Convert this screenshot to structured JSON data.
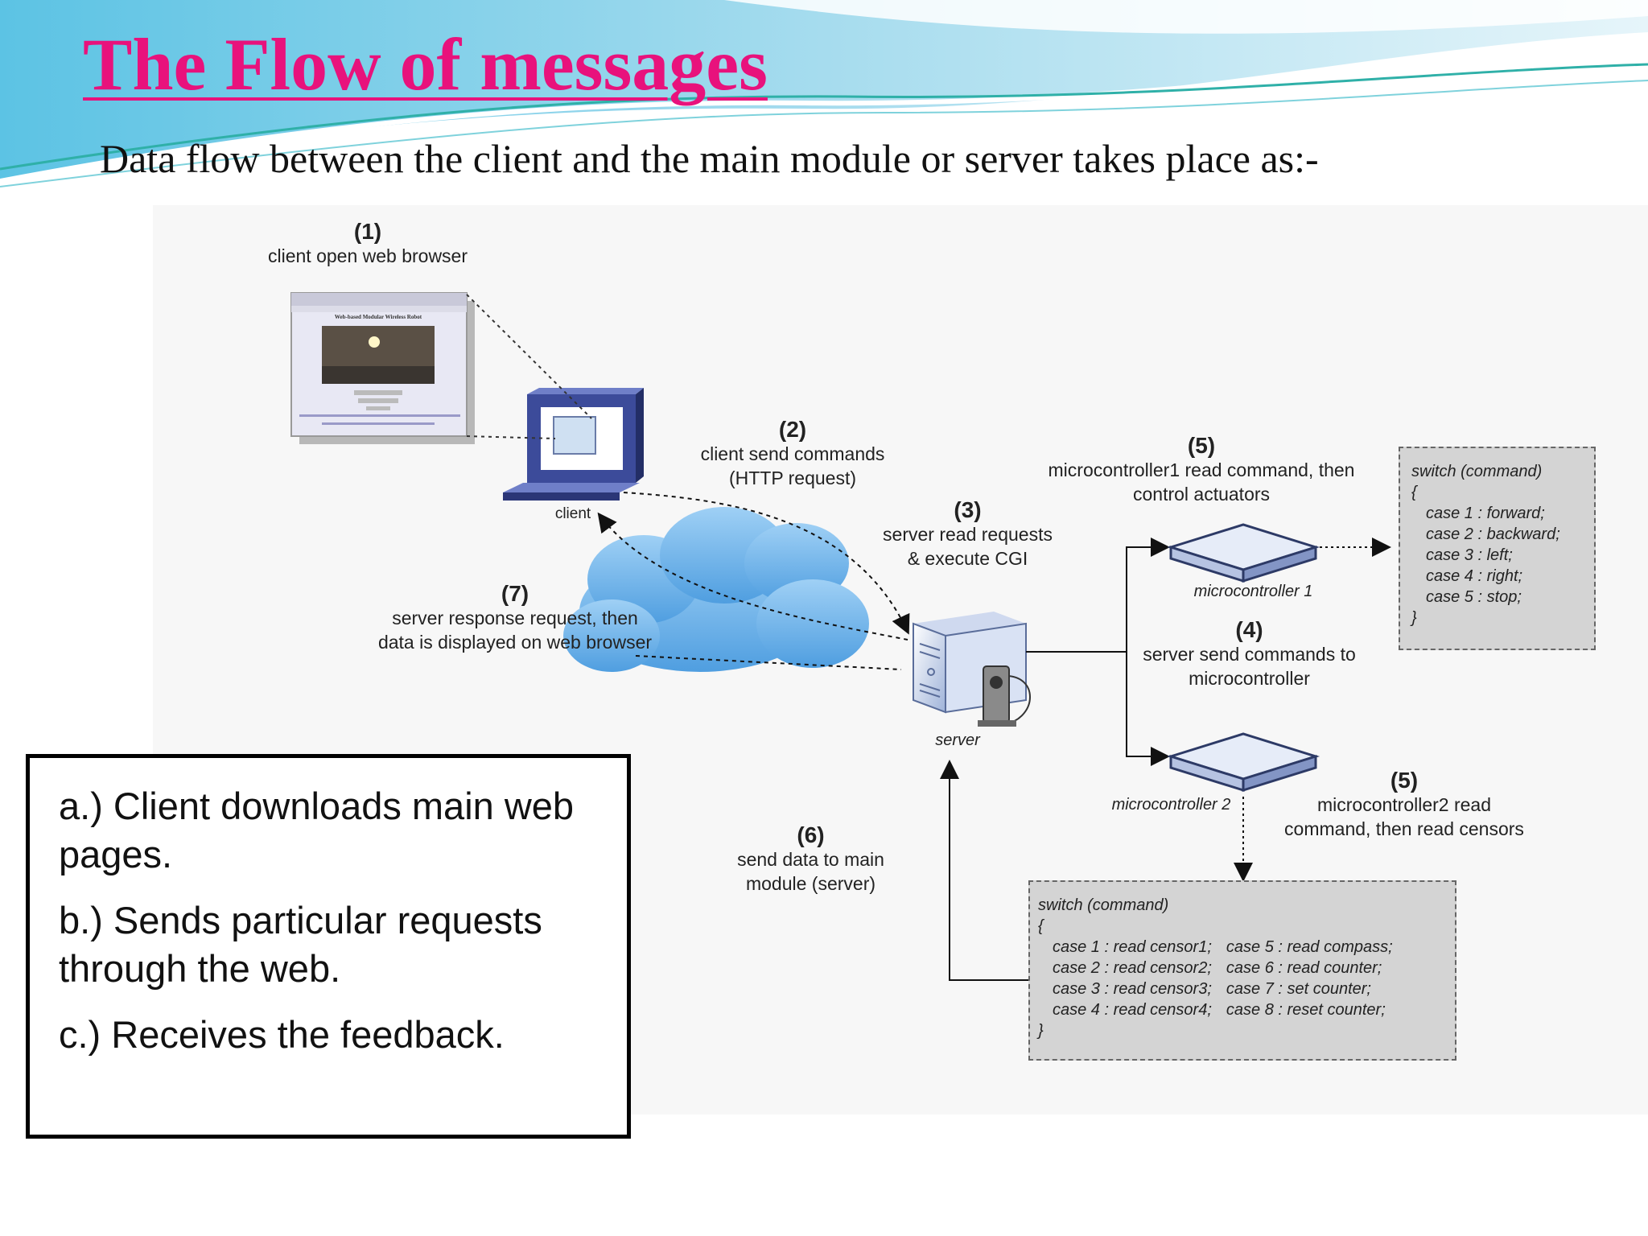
{
  "slide": {
    "title": "The Flow of messages",
    "subtitle": "Data flow between the client and the main module or server takes place as:-"
  },
  "diagram": {
    "step1": {
      "num": "(1)",
      "text": "client open web browser"
    },
    "step2": {
      "num": "(2)",
      "line1": "client send commands",
      "line2": "(HTTP request)"
    },
    "step3": {
      "num": "(3)",
      "line1": "server read requests",
      "line2": "& execute CGI"
    },
    "step4": {
      "num": "(4)",
      "line1": "server send commands to",
      "line2": "microcontroller"
    },
    "step5a": {
      "num": "(5)",
      "line1": "microcontroller1 read command, then",
      "line2": "control actuators"
    },
    "step5b": {
      "num": "(5)",
      "line1": "microcontroller2 read",
      "line2": "command, then read censors"
    },
    "step6": {
      "num": "(6)",
      "line1": "send data to main",
      "line2": "module (server)"
    },
    "step7": {
      "num": "(7)",
      "line1": "server response request, then",
      "line2": "data is displayed on web browser"
    },
    "labels": {
      "client": "client",
      "server": "server",
      "mc1": "microcontroller 1",
      "mc2": "microcontroller 2"
    },
    "code1": {
      "header": "switch (command)",
      "open": "{",
      "cases": [
        "case 1 : forward;",
        "case 2 : backward;",
        "case 3 : left;",
        "case 4 : right;",
        "case 5 : stop;"
      ],
      "close": "}"
    },
    "code2": {
      "header": "switch (command)",
      "open": "{",
      "left": [
        "case 1 : read censor1;",
        "case 2 : read censor2;",
        "case 3 : read censor3;",
        "case 4 : read censor4;"
      ],
      "right": [
        "case 5 : read compass;",
        "case 6 : read counter;",
        "case 7 : set counter;",
        "case 8 : reset counter;"
      ],
      "close": "}"
    },
    "browser_page_title": "Web-based Modular Wireless Robot"
  },
  "notes": [
    "a.) Client downloads main web pages.",
    "b.) Sends particular requests through the web.",
    "c.) Receives the feedback."
  ],
  "colors": {
    "title": "#e8127c",
    "banner": "#8fd1e8"
  }
}
